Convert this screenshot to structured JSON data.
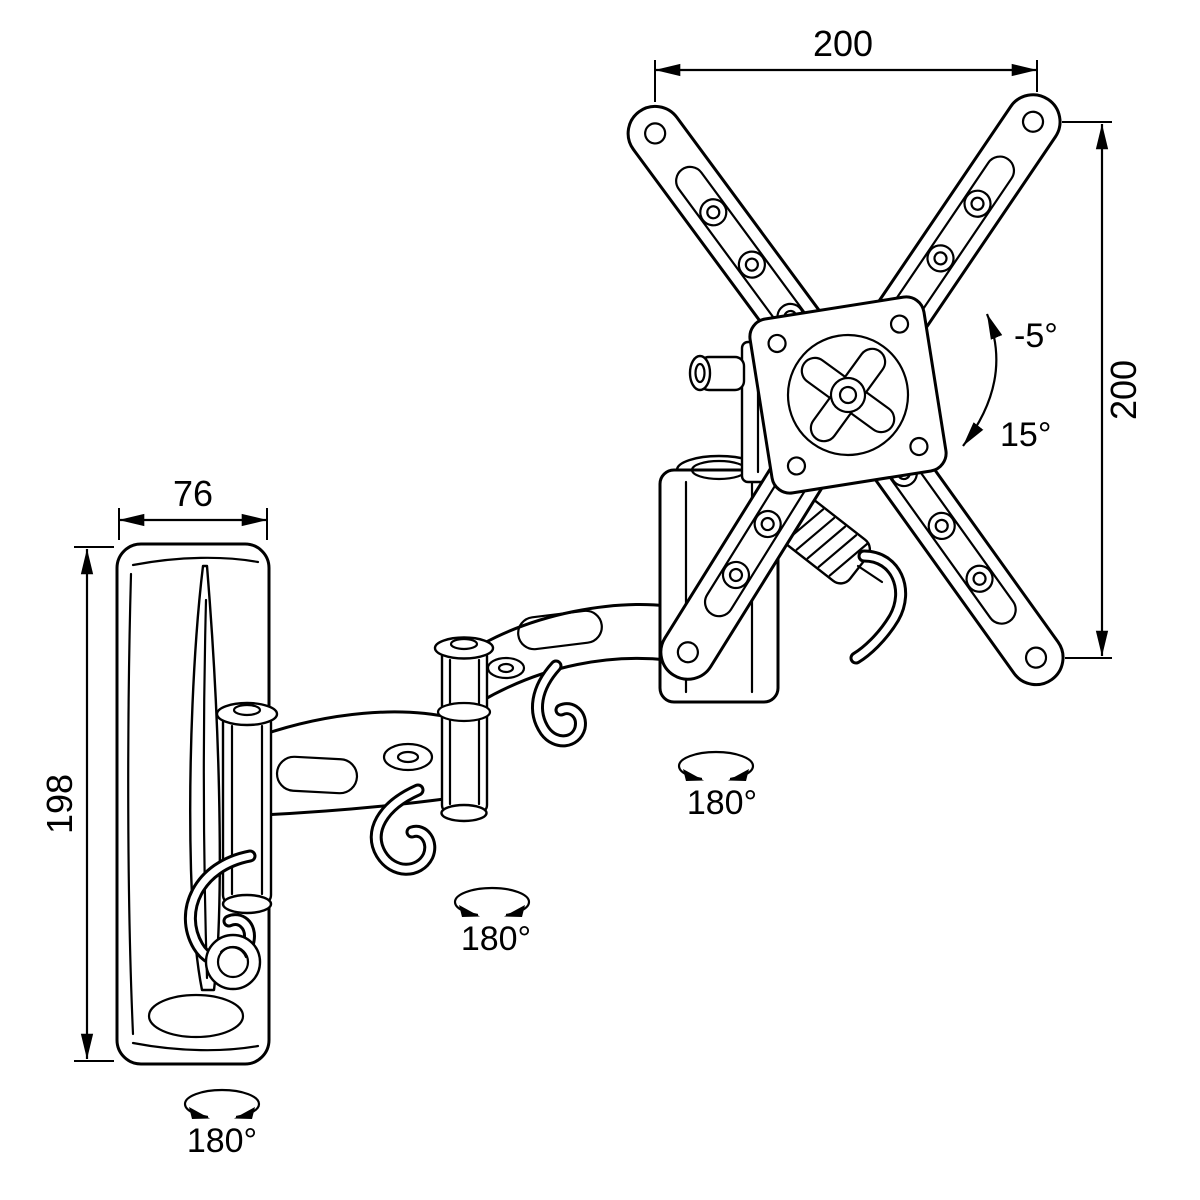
{
  "drawing": {
    "colors": {
      "line": "#000000",
      "background": "#ffffff"
    },
    "dimensions": {
      "vesa_width": "200",
      "vesa_height": "200",
      "wall_plate_width": "76",
      "wall_plate_height": "198"
    },
    "tilt": {
      "up": "-5°",
      "down": "15°"
    },
    "swivel": {
      "wall_joint": "180°",
      "middle_joint": "180°",
      "head_joint": "180°"
    }
  }
}
